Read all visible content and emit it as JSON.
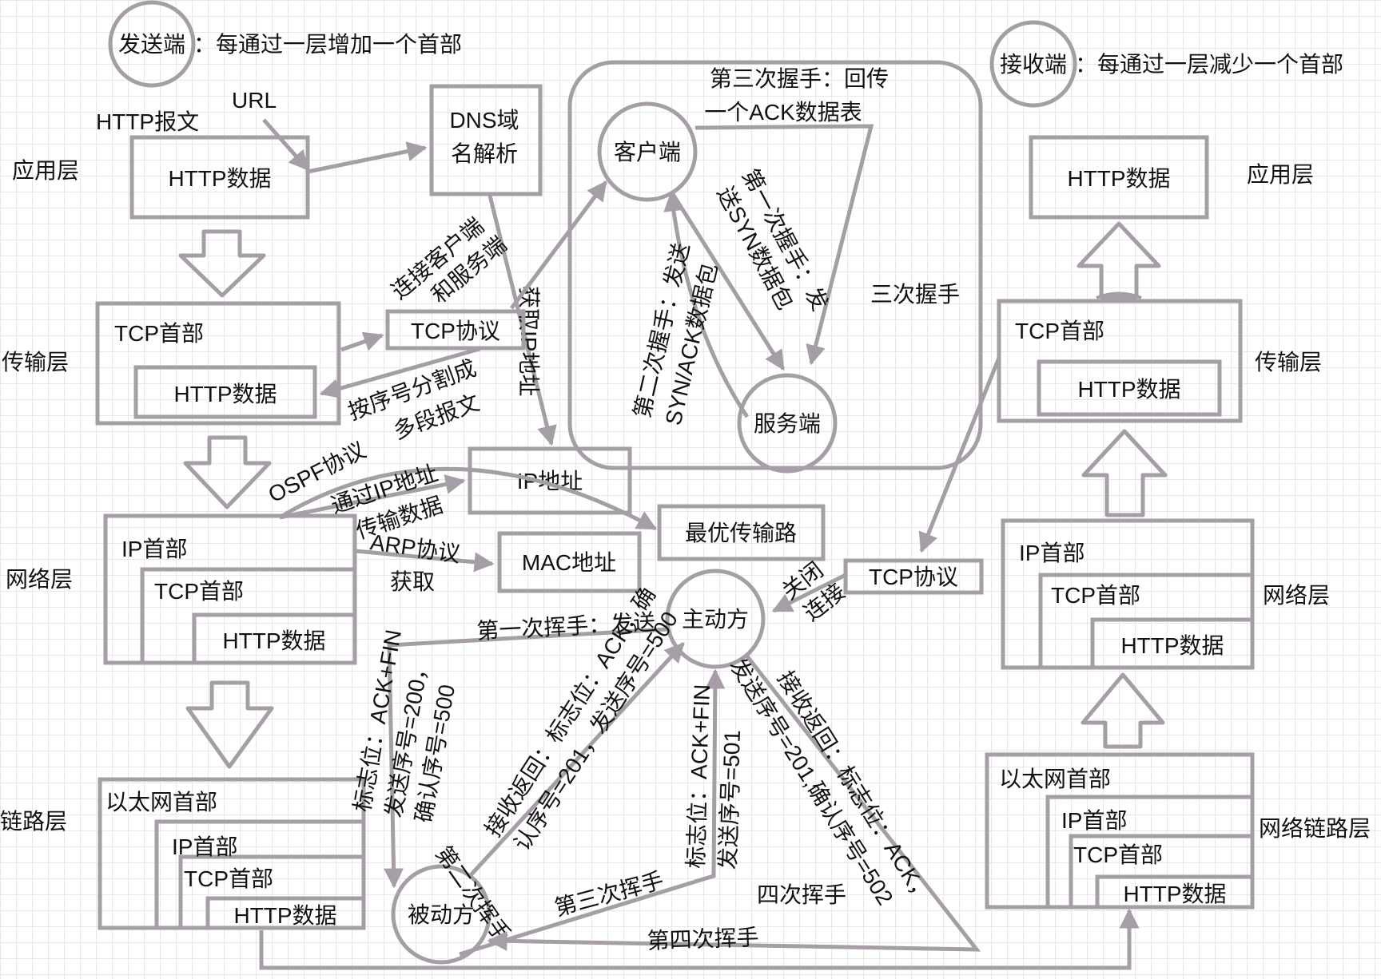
{
  "legend": {
    "sender_circle": "发送端",
    "sender_text": "：每通过一层增加一个首部",
    "receiver_circle": "接收端",
    "receiver_text": "：每通过一层减少一个首部"
  },
  "layers_left": {
    "application": "应用层",
    "transport": "传输层",
    "network": "网络层",
    "link": "链路层"
  },
  "layers_right": {
    "application": "应用层",
    "transport": "传输层",
    "network": "网络层",
    "link": "网络链路层"
  },
  "headers": {
    "http_data": "HTTP数据",
    "tcp_header": "TCP首部",
    "ip_header": "IP首部",
    "ethernet_header": "以太网首部"
  },
  "sender": {
    "http_message_label": "HTTP报文",
    "url_label": "URL",
    "dns_line1": "DNS域",
    "dns_line2": "名解析",
    "tcp_protocol": "TCP协议",
    "connect_line1": "连接客户端",
    "connect_line2": "和服务端",
    "get_ip": "获取IP地址",
    "segment_line1": "按序号分割成",
    "segment_line2": "多段报文",
    "ip_address": "IP地址",
    "ospf": "OSPF协议",
    "via_ip_line1": "通过IP地址",
    "via_ip_line2": "传输数据",
    "best_route": "最优传输路",
    "arp": "ARP协议",
    "obtain": "获取",
    "mac_address": "MAC地址"
  },
  "handshake": {
    "client": "客户端",
    "server": "服务端",
    "title": "三次握手",
    "third_line1": "第三次握手：回传",
    "third_line2": "一个ACK数据表",
    "first_line1": "第一次握手：发",
    "first_line2": "送SYN数据包",
    "second_line1": "第二次握手：发送",
    "second_line2": "SYN/ACK数据包"
  },
  "wave": {
    "active": "主动方",
    "passive": "被动方",
    "title": "四次挥手",
    "tcp_protocol": "TCP协议",
    "close_line1": "关闭",
    "close_line2": "连接",
    "first_label": "第一次挥手：发送",
    "first_flag_line1": "标志位：ACK+FIN",
    "first_flag_line2": "发送序号=200，",
    "first_flag_line3": "确认序号=500",
    "second_label": "第二次挥手",
    "second_line1": "接收返回：标志位：ACK，确",
    "second_line2": "认序号=201，发送序号=500",
    "third_label": "第三次挥手",
    "third_line1": "标志位：ACK+FIN",
    "third_line2": "发送序号=501",
    "fourth_label": "第四次挥手",
    "fourth_line1": "接收返回：标志位：ACK，",
    "fourth_line2": "发送序号=201,确认序号=502"
  },
  "colors": {
    "stroke": "#a69ea6",
    "text": "#111111",
    "background": "#ffffff",
    "grid": "#e8e8e8"
  }
}
